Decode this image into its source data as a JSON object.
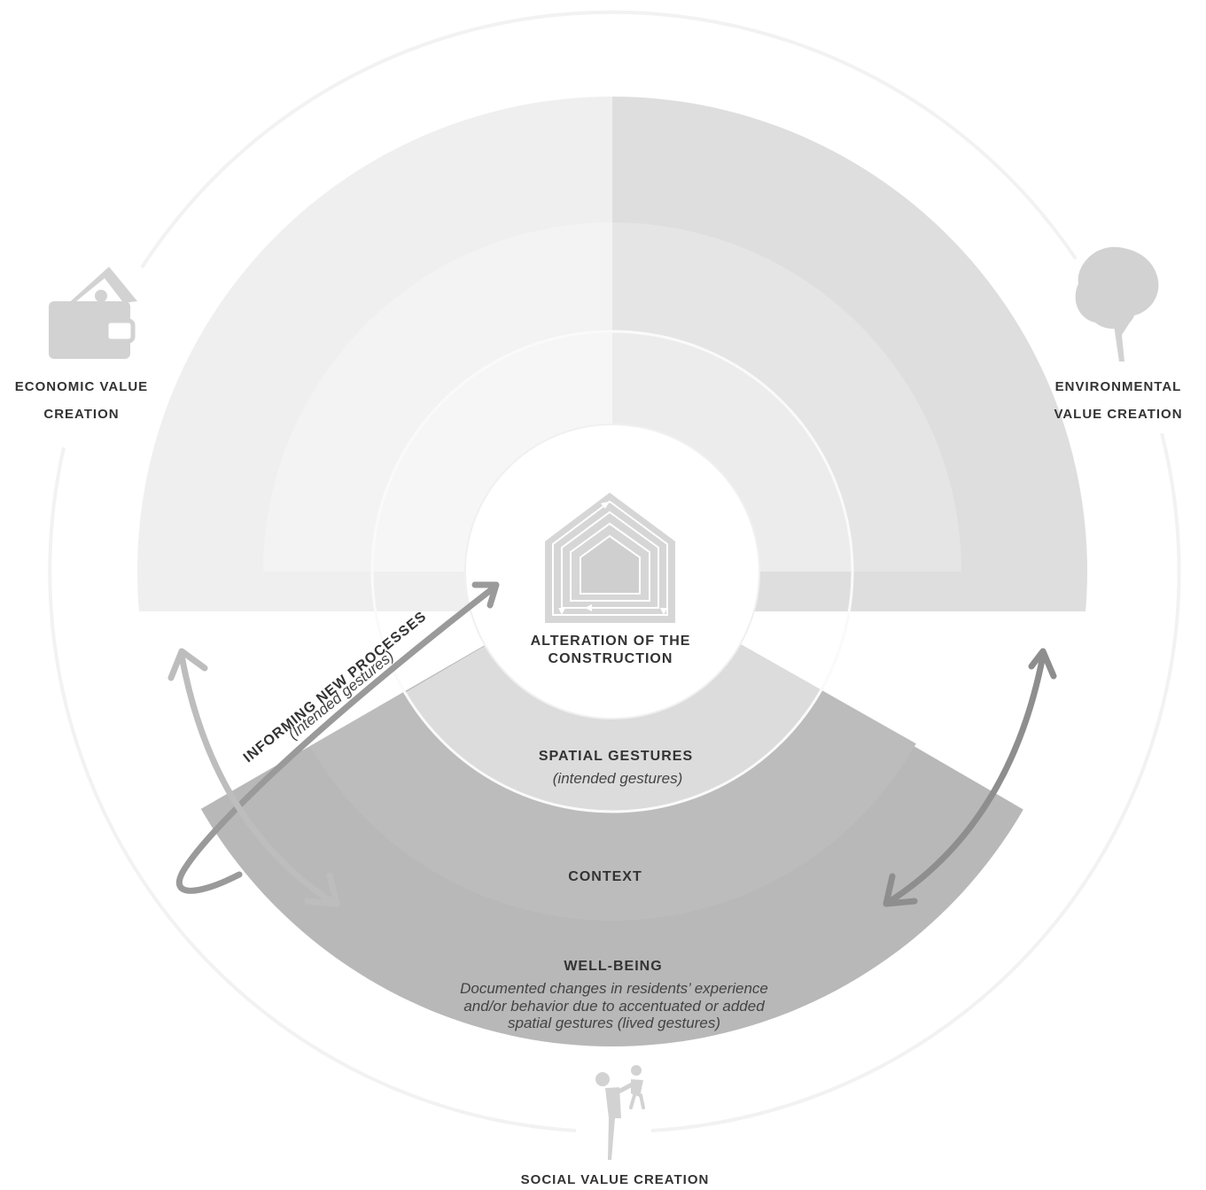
{
  "center": {
    "title_line1": "ALTERATION OF THE",
    "title_line2": "CONSTRUCTION"
  },
  "rings": {
    "spatial": {
      "title": "SPATIAL GESTURES",
      "subtitle": "(intended gestures)"
    },
    "context": {
      "title": "CONTEXT"
    },
    "wellbeing": {
      "title": "WELL-BEING",
      "desc_line1": "Documented changes in residents’ experience",
      "desc_line2": "and/or behavior due to accentuated or added",
      "desc_line3": "spatial gestures (lived gestures)"
    }
  },
  "informing": {
    "title": "INFORMING NEW PROCESSES",
    "subtitle": "(Intended gestures)"
  },
  "outer": {
    "economic": {
      "line1": "ECONOMIC VALUE",
      "line2": "CREATION",
      "icon": "wallet-icon"
    },
    "environmental": {
      "line1": "ENVIRONMENTAL",
      "line2": "VALUE CREATION",
      "icon": "tree-icon"
    },
    "social": {
      "line1": "SOCIAL VALUE CREATION",
      "icon": "parent-child-icon"
    }
  },
  "colors": {
    "economic_sector": "#efefef",
    "environmental_sector": "#dedede",
    "social_sector": "#b8b8b8",
    "arrow": "#9a9a9a",
    "icon": "#d2d2d2"
  }
}
